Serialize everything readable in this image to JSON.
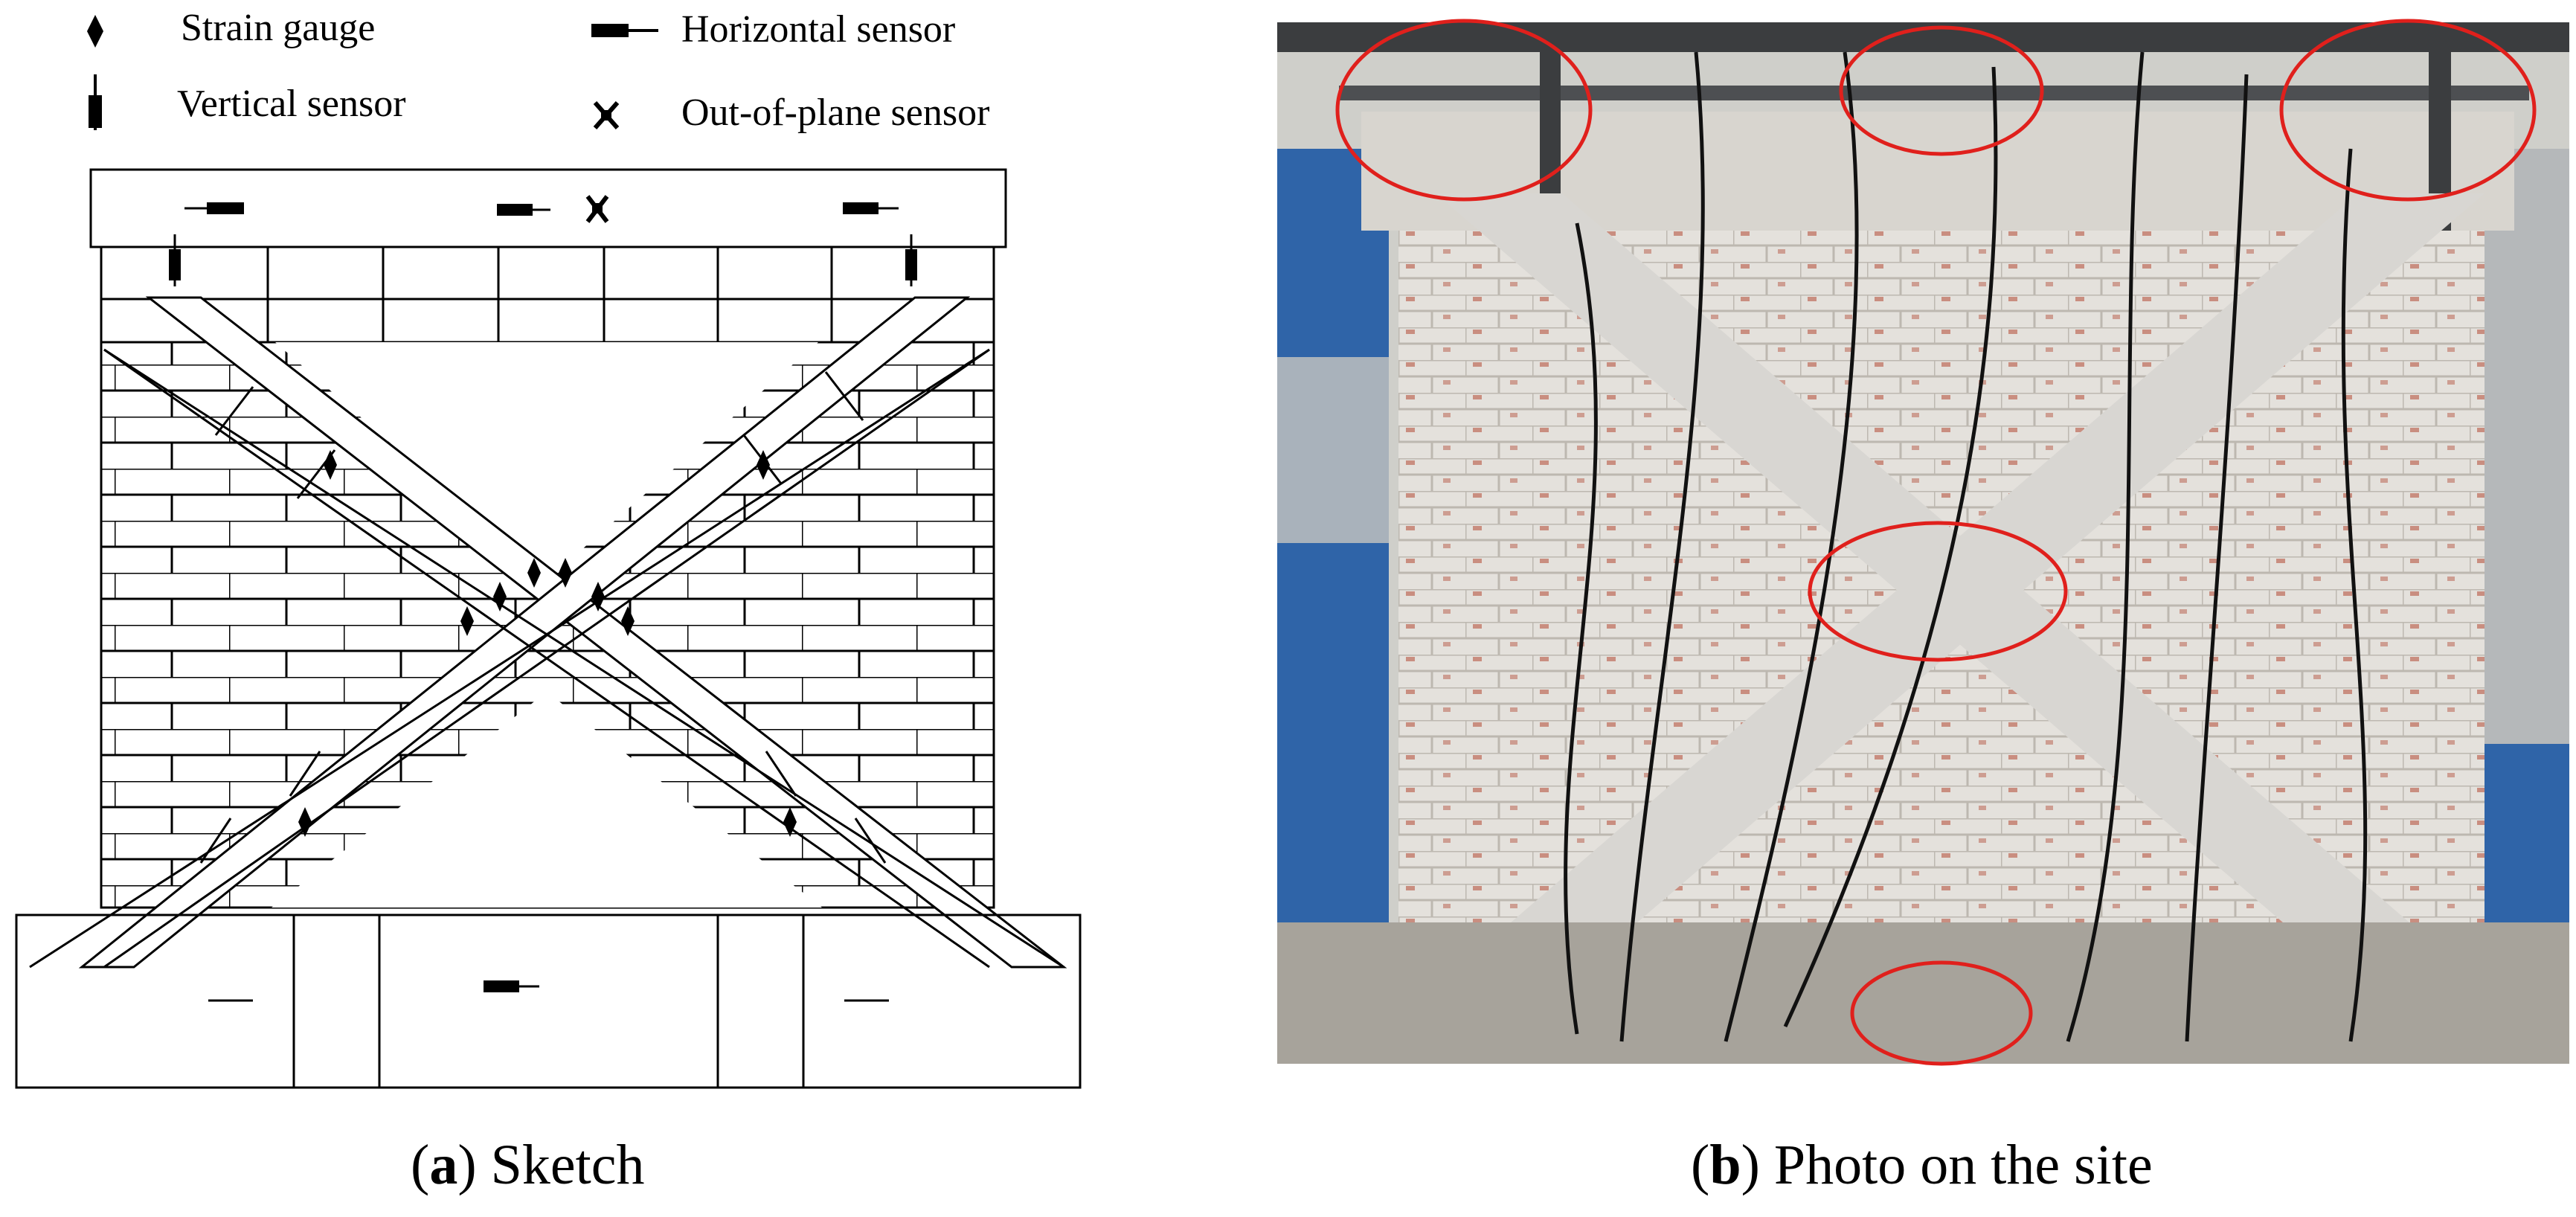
{
  "legend": {
    "strain_gauge": "Strain gauge",
    "vertical_sensor": "Vertical sensor",
    "horizontal_sensor": "Horizontal sensor",
    "out_of_plane_sensor": "Out-of-plane sensor"
  },
  "panel_a": {
    "caption_letter": "a",
    "caption_text": "Sketch"
  },
  "panel_b": {
    "caption_letter": "b",
    "caption_text": "Photo on the site"
  },
  "colors": {
    "ink": "#000000",
    "highlight_circle": "#e0201c",
    "brick_wall": "#e6e3de",
    "brick_red": "#b24a35",
    "x_brace": "#d8d6d2",
    "steel_frame": "#3b3d3f",
    "blue_frame": "#2f64a8"
  },
  "icons": [
    "diamond-icon",
    "vertical-sensor-icon",
    "horizontal-sensor-icon",
    "out-of-plane-sensor-icon"
  ]
}
